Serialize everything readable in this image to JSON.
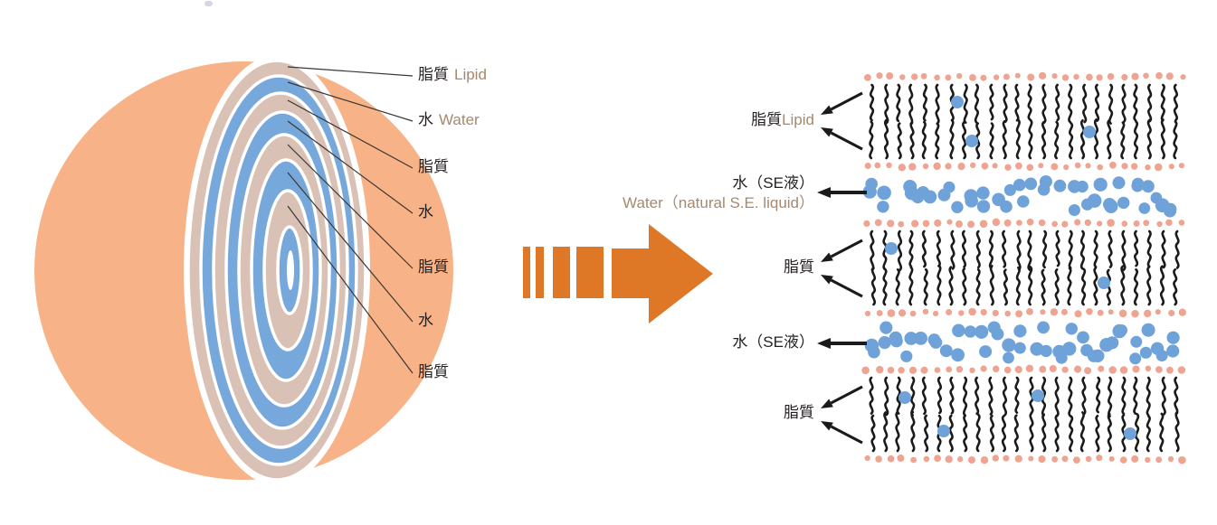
{
  "colors": {
    "sphere_body": "#F7B287",
    "lipid_ring": "#DAC1B5",
    "water_ring": "#77A8DC",
    "lipid_head": "#EFA491",
    "water_dot": "#6FA2D8",
    "tail": "#1A1A1A",
    "arrow_orange": "#DE7826",
    "label_jp": "#231F20",
    "label_en": "#A5896D",
    "leader_line": "#3A3633",
    "pointer_arrow": "#1A1A1A"
  },
  "left_diagram": {
    "rings": [
      "lipid",
      "water",
      "lipid",
      "water",
      "lipid",
      "water",
      "lipid",
      "water"
    ],
    "labels": [
      {
        "jp": "脂質",
        "en": "Lipid"
      },
      {
        "jp": "水",
        "en": "Water"
      },
      {
        "jp": "脂質",
        "en": ""
      },
      {
        "jp": "水",
        "en": ""
      },
      {
        "jp": "脂質",
        "en": ""
      },
      {
        "jp": "水",
        "en": ""
      },
      {
        "jp": "脂質",
        "en": ""
      }
    ]
  },
  "center": {
    "arrow_icon": "segmented-right-arrow"
  },
  "right_diagram": {
    "layers": [
      "lipid",
      "water",
      "lipid",
      "water",
      "lipid"
    ],
    "labels": [
      {
        "jp": "脂質",
        "en": "Lipid"
      },
      {
        "jp": "水（SE液）",
        "en": "Water（natural S.E. liquid）"
      },
      {
        "jp": "脂質",
        "en": ""
      },
      {
        "jp": "水（SE液）",
        "en": ""
      },
      {
        "jp": "脂質",
        "en": ""
      }
    ]
  }
}
